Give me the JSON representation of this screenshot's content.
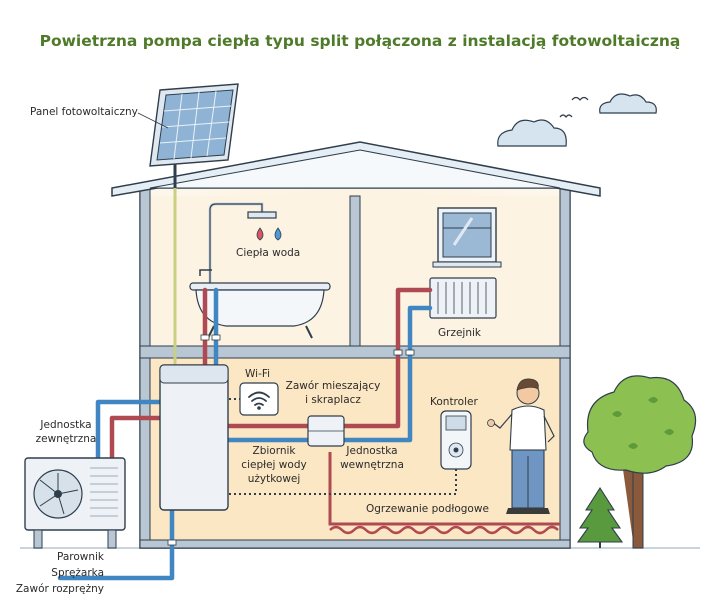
{
  "title": "Powietrzna pompa ciepła typu split połączona z instalacją fotowoltaiczną",
  "labels": {
    "pv_panel": "Panel fotowoltaiczny",
    "hot_water": "Ciepła woda",
    "radiator": "Grzejnik",
    "wifi": "Wi-Fi",
    "mixing_valve_1": "Zawór mieszający",
    "mixing_valve_2": "i skraplacz",
    "controller": "Kontroler",
    "outdoor_unit_1": "Jednostka",
    "outdoor_unit_2": "zewnętrzna",
    "tank_1": "Zbiornik",
    "tank_2": "ciepłej wody",
    "tank_3": "użytkowej",
    "indoor_unit_1": "Jednostka",
    "indoor_unit_2": "wewnętrzna",
    "floor_heating": "Ogrzewanie podłogowe",
    "evaporator": "Parownik",
    "compressor": "Sprężarka",
    "expansion_valve": "Zawór rozprężny"
  },
  "colors": {
    "title": "#4f7a2a",
    "hot_pipe": "#b04a52",
    "cold_pipe": "#3f86c2",
    "wall": "#a8b8c8",
    "interior": "#fdf2de",
    "roof": "#e6eef5"
  }
}
